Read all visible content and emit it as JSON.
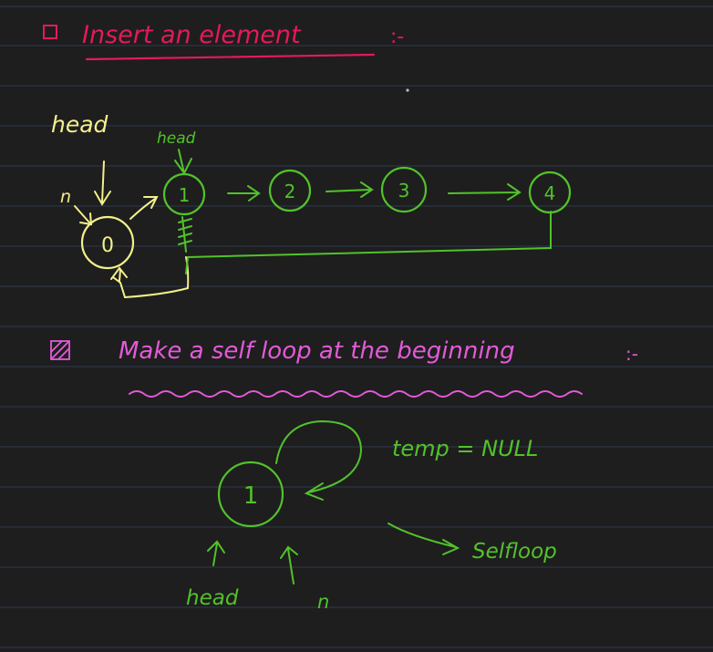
{
  "colors": {
    "background": "#1e1e1e",
    "ruled_line": "#2d3a4e",
    "pink": "#e5195c",
    "yellow": "#f3f08a",
    "green": "#52c22b",
    "magenta": "#e35ad8"
  },
  "section1": {
    "title": "Insert an element",
    "colon": ":-",
    "head_label": "head",
    "new_head_label": "head",
    "n_label": "n",
    "nodes": [
      "0",
      "1",
      "2",
      "3",
      "4"
    ]
  },
  "section2": {
    "title": "Make a self loop at the beginning",
    "colon": ":-",
    "node": "1",
    "temp_label": "temp = NULL",
    "selfloop_label": "Selfloop",
    "head_label": "head",
    "n_label": "n"
  }
}
